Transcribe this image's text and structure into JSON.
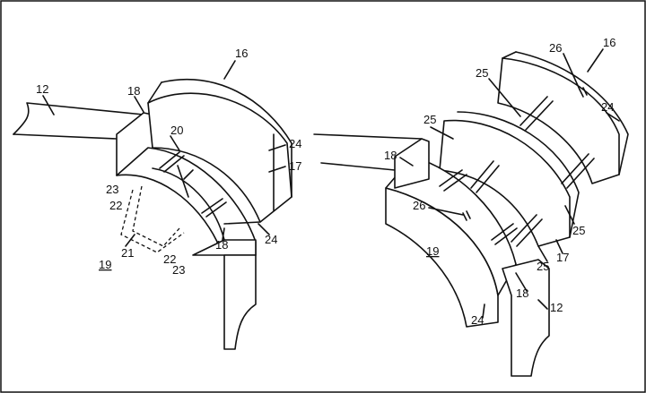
{
  "figures": {
    "left": {
      "labels": {
        "l12": "12",
        "l16": "16",
        "l18a": "18",
        "l18b": "18",
        "l19": "19",
        "l20": "20",
        "l21": "21",
        "l22a": "22",
        "l22b": "22",
        "l23a": "23",
        "l23b": "23",
        "l24a": "24",
        "l24b": "24",
        "l17": "17"
      }
    },
    "right": {
      "labels": {
        "l16": "16",
        "l26a": "26",
        "l26b": "26",
        "l25a": "25",
        "l25b": "25",
        "l25c": "25",
        "l25d": "25",
        "l24a": "24",
        "l24b": "24",
        "l17": "17",
        "l18a": "18",
        "l18b": "18",
        "l19": "19",
        "l12": "12"
      }
    }
  }
}
